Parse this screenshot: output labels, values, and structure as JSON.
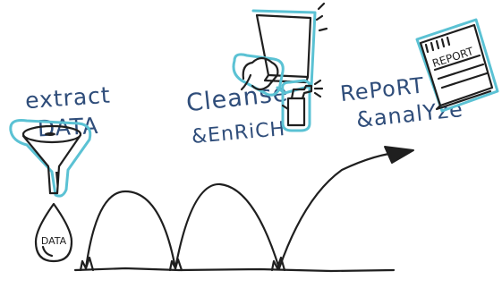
{
  "steps": [
    {
      "line1": "extract",
      "line2": "DATA"
    },
    {
      "line1": "Cleanse",
      "line2": "&EnRiCH"
    },
    {
      "line1": "RePoRT",
      "line2": "&analYze"
    }
  ],
  "drop_label": "DATA",
  "notebook_label": "REPORT",
  "colors": {
    "ink": "#1f1f1f",
    "text": "#2f4d7a",
    "outline": "#5bc2d4"
  },
  "icons": [
    "funnel-icon",
    "data-drop-icon",
    "mirror-icon",
    "spray-bottle-icon",
    "cleaning-hand-icon",
    "report-notebook-icon",
    "arrow-icon"
  ]
}
